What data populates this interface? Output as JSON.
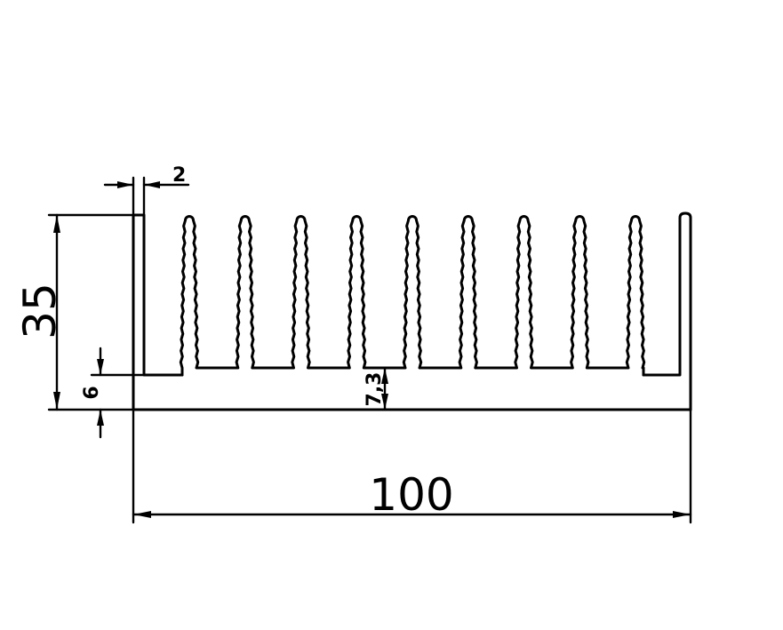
{
  "dimensions": {
    "fin_thickness": "2",
    "height": "35",
    "base_thickness": "6",
    "fin_root_gap": "7,3",
    "width": "100"
  },
  "profile": {
    "fin_count": 9,
    "outer_wall_count": 2
  },
  "colors": {
    "ink": "#000000",
    "background": "#ffffff"
  }
}
